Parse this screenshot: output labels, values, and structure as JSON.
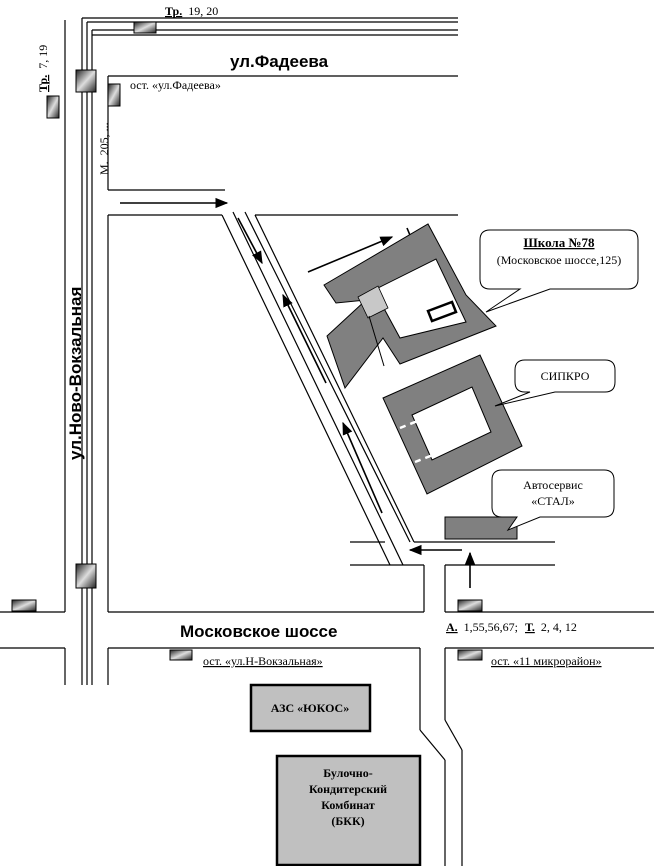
{
  "streets": {
    "fadeeva": "ул.Фадеева",
    "novo_vokzalnaya": "ул.Ново-Вокзальная",
    "moskovskoe": "Московское шоссе"
  },
  "stops": {
    "fadeeva": "ост. «ул.Фадеева»",
    "n_vokzalnaya": "ост. «ул.Н-Вокзальная»",
    "mikrorayon11": "ост. «11 микрорайон»"
  },
  "transport": {
    "tram_top_prefix": "Тр.",
    "tram_top_routes": "19, 20",
    "tram_left_prefix": "Тр.",
    "tram_left_routes": "7, 19",
    "marshrut_prefix": "М.",
    "marshrut_routes": "205, ...",
    "bus_prefix": "А.",
    "bus_routes": "1,55,56,67;",
    "trolley_prefix": "Т.",
    "trolley_routes": "2, 4, 12"
  },
  "callouts": {
    "school_title": "Школа №78",
    "school_address": "(Московское шоссе,125)",
    "sipkro": "СИПКРО",
    "autoservice_line1": "Автосервис",
    "autoservice_line2": "«СТАЛ»"
  },
  "buildings": {
    "azs": "АЗС «ЮКОС»",
    "bkk_line1": "Булочно-",
    "bkk_line2": "Кондитерский",
    "bkk_line3": "Комбинат",
    "bkk_line4": "(БКК)"
  },
  "colors": {
    "building": "#808080",
    "box": "#c0c0c0",
    "road": "#000000"
  }
}
